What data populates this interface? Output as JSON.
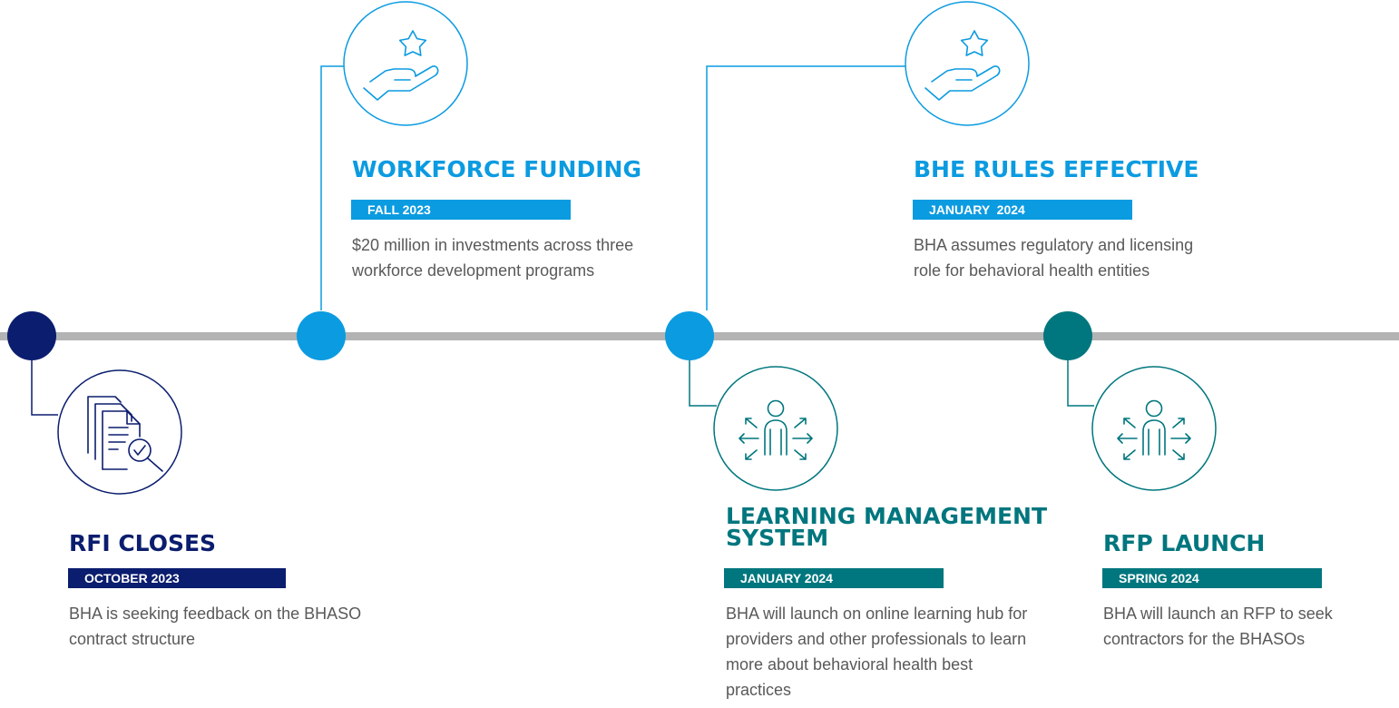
{
  "colors": {
    "navy": "#0b1d6e",
    "blue": "#0b9be0",
    "teal": "#00767e",
    "line": "#b3b3b3",
    "text": "#595959"
  },
  "milestones": [
    {
      "title": "RFI CLOSES",
      "date": "OCTOBER 2023",
      "description": "BHA is seeking feedback on the BHASO contract structure",
      "color": "navy",
      "icon": "document-search-icon"
    },
    {
      "title": "WORKFORCE FUNDING",
      "date": "FALL 2023",
      "description": "$20 million in investments across three workforce development programs",
      "color": "blue",
      "icon": "hand-star-icon"
    },
    {
      "title": "BHE RULES EFFECTIVE",
      "date": "JANUARY  2024",
      "description": "BHA assumes regulatory and licensing role for behavioral health entities",
      "color": "blue",
      "icon": "hand-star-icon"
    },
    {
      "title": "LEARNING MANAGEMENT SYSTEM",
      "date": "JANUARY 2024",
      "description": "BHA will launch on online learning hub for providers and other professionals to learn more about behavioral health best practices",
      "color": "teal",
      "icon": "person-arrows-icon"
    },
    {
      "title": "RFP LAUNCH",
      "date": "SPRING 2024",
      "description": "BHA will launch an RFP to seek contractors for the BHASOs",
      "color": "teal",
      "icon": "person-arrows-icon"
    }
  ]
}
